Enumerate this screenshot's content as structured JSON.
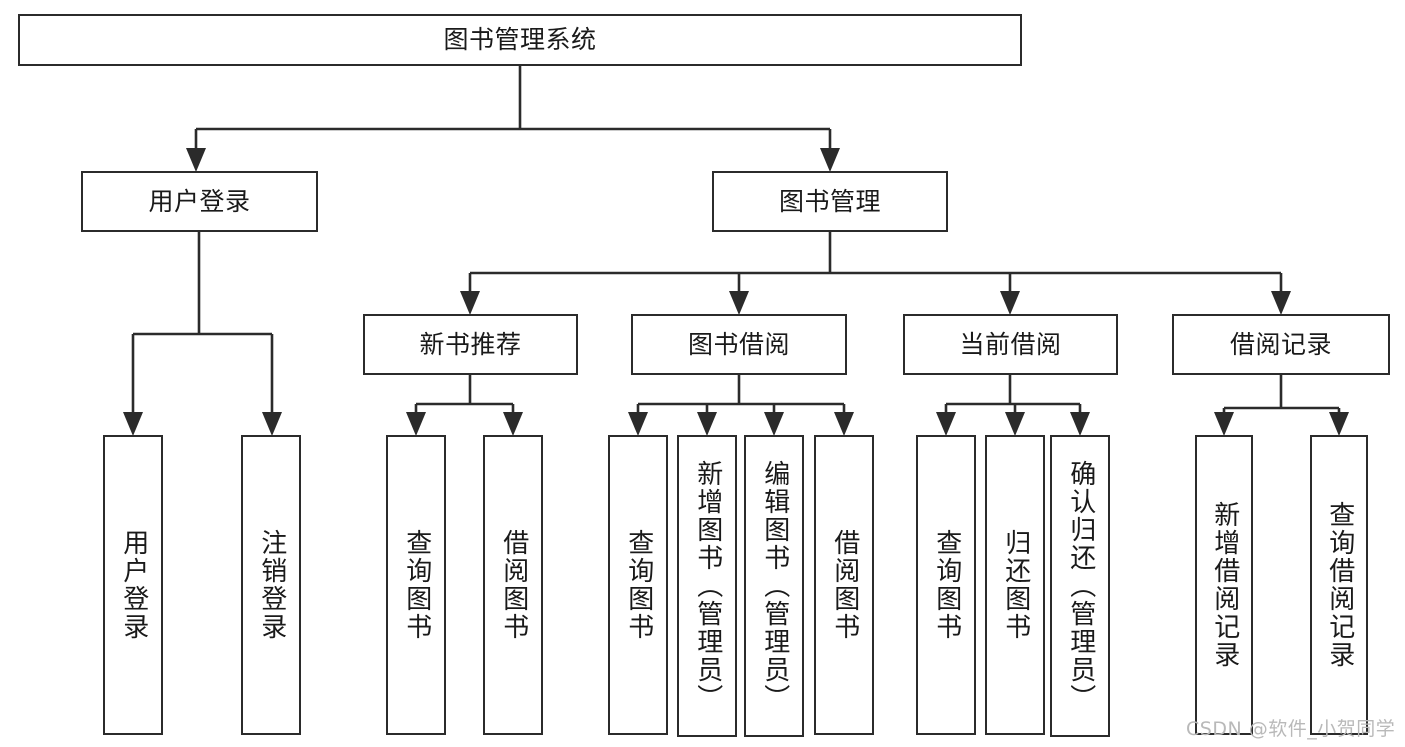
{
  "diagram": {
    "title": "图书管理系统",
    "type": "tree",
    "watermark": "CSDN @软件_小贺同学",
    "levels": {
      "root": "图书管理系统",
      "level2": [
        "用户登录",
        "图书管理"
      ],
      "level3": [
        "新书推荐",
        "图书借阅",
        "当前借阅",
        "借阅记录"
      ]
    },
    "nodes": {
      "root": {
        "label": "图书管理系统"
      },
      "user_login": {
        "label": "用户登录"
      },
      "book_manage": {
        "label": "图书管理"
      },
      "new_book_rec": {
        "label": "新书推荐"
      },
      "book_borrow": {
        "label": "图书借阅"
      },
      "current_borrow": {
        "label": "当前借阅"
      },
      "borrow_record": {
        "label": "借阅记录"
      },
      "leaf_user_login": {
        "label": "用户登录"
      },
      "leaf_logout": {
        "label": "注销登录"
      },
      "leaf_query_book_a": {
        "label": "查询图书"
      },
      "leaf_borrow_book_a": {
        "label": "借阅图书"
      },
      "leaf_query_book_b": {
        "label": "查询图书"
      },
      "leaf_add_book_admin": {
        "label": "新增图书（管理员）"
      },
      "leaf_edit_book_admin": {
        "label": "编辑图书（管理员）"
      },
      "leaf_borrow_book_b": {
        "label": "借阅图书"
      },
      "leaf_query_book_c": {
        "label": "查询图书"
      },
      "leaf_return_book": {
        "label": "归还图书"
      },
      "leaf_confirm_return_admin": {
        "label": "确认归还（管理员）"
      },
      "leaf_add_record": {
        "label": "新增借阅记录"
      },
      "leaf_query_record": {
        "label": "查询借阅记录"
      }
    },
    "edges": [
      {
        "from": "root",
        "to": "user_login"
      },
      {
        "from": "root",
        "to": "book_manage"
      },
      {
        "from": "user_login",
        "to": "leaf_user_login"
      },
      {
        "from": "user_login",
        "to": "leaf_logout"
      },
      {
        "from": "book_manage",
        "to": "new_book_rec"
      },
      {
        "from": "book_manage",
        "to": "book_borrow"
      },
      {
        "from": "book_manage",
        "to": "current_borrow"
      },
      {
        "from": "book_manage",
        "to": "borrow_record"
      },
      {
        "from": "new_book_rec",
        "to": "leaf_query_book_a"
      },
      {
        "from": "new_book_rec",
        "to": "leaf_borrow_book_a"
      },
      {
        "from": "book_borrow",
        "to": "leaf_query_book_b"
      },
      {
        "from": "book_borrow",
        "to": "leaf_add_book_admin"
      },
      {
        "from": "book_borrow",
        "to": "leaf_edit_book_admin"
      },
      {
        "from": "book_borrow",
        "to": "leaf_borrow_book_b"
      },
      {
        "from": "current_borrow",
        "to": "leaf_query_book_c"
      },
      {
        "from": "current_borrow",
        "to": "leaf_return_book"
      },
      {
        "from": "current_borrow",
        "to": "leaf_confirm_return_admin"
      },
      {
        "from": "borrow_record",
        "to": "leaf_add_record"
      },
      {
        "from": "borrow_record",
        "to": "leaf_query_record"
      }
    ],
    "colors": {
      "stroke": "#2b2b2b",
      "fill": "#ffffff",
      "text": "#1a1a1a",
      "watermark": "#b9b9b9"
    }
  }
}
